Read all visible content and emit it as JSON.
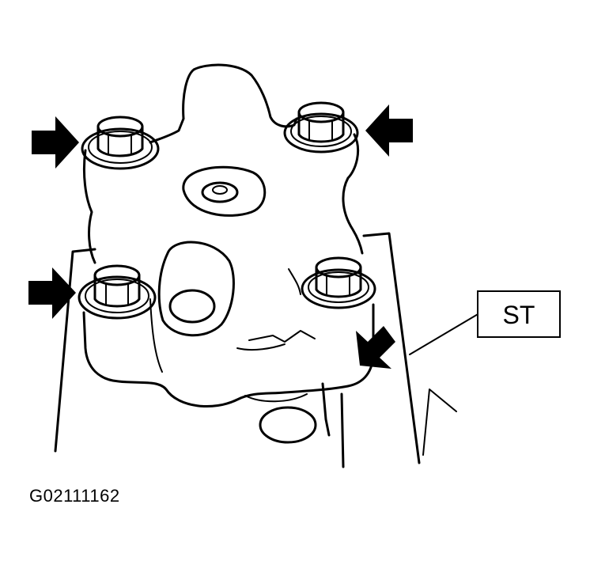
{
  "figure": {
    "callout_label": "ST",
    "figure_code": "G02111162",
    "bolt_count": 4,
    "arrow_count": 4
  },
  "colors": {
    "ink": "#000000",
    "background": "#ffffff"
  }
}
